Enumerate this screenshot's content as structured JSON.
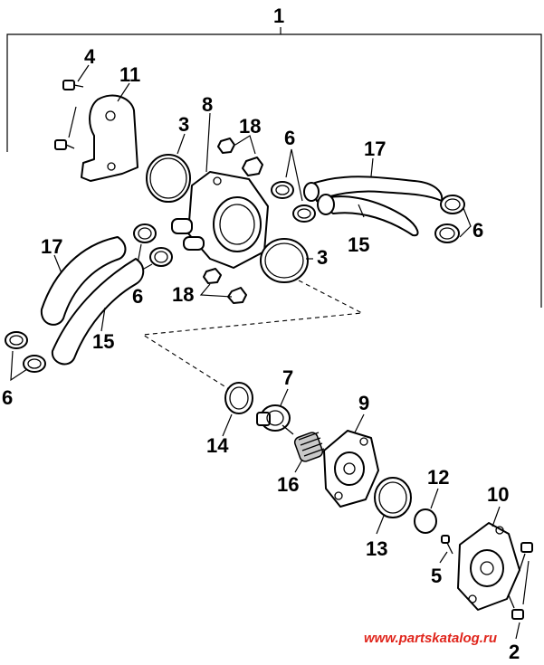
{
  "diagram": {
    "callouts": {
      "c1": "1",
      "c4": "4",
      "c11": "11",
      "c8": "8",
      "c3a": "3",
      "c18a": "18",
      "c6a": "6",
      "c17a": "17",
      "c15a": "15",
      "c6b": "6",
      "c17b": "17",
      "c6c": "6",
      "c3b": "3",
      "c18b": "18",
      "c15b": "15",
      "c6d": "6",
      "c7": "7",
      "c9": "9",
      "c14": "14",
      "c16": "16",
      "c12": "12",
      "c10": "10",
      "c13": "13",
      "c5": "5",
      "c2": "2"
    },
    "watermark": "www.partskatalog.ru"
  }
}
